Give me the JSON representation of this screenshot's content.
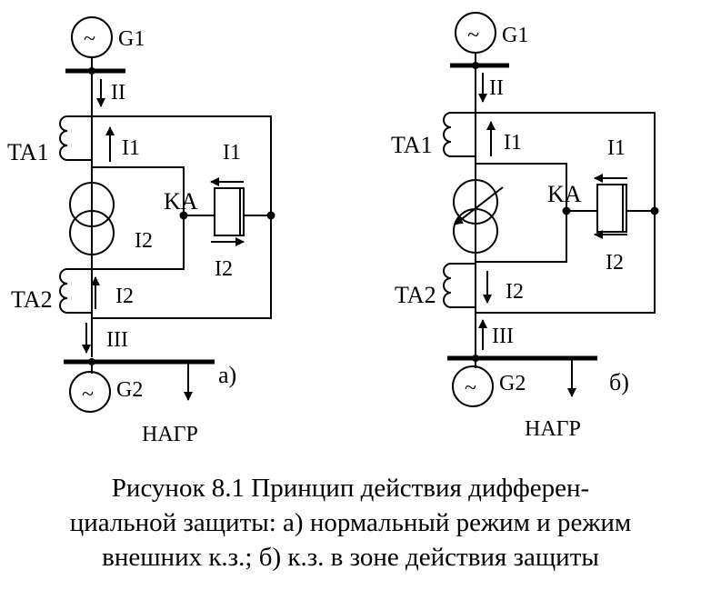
{
  "diagram_a": {
    "g1": "G1",
    "g1_symbol": "~",
    "i1_top": "II",
    "ta1": "TA1",
    "i1_sec": "I1",
    "i1_relay": "I1",
    "ka": "KA",
    "i2_mid": "I2",
    "i2_relay": "I2",
    "ta2": "TA2",
    "i2_sec": "I2",
    "i2_bottom": "III",
    "g2": "G2",
    "g2_symbol": "~",
    "letter": "а)",
    "load": "НАГР"
  },
  "diagram_b": {
    "g1": "G1",
    "g1_symbol": "~",
    "i1_top": "II",
    "ta1": "TA1",
    "i1_sec": "I1",
    "i1_relay": "I1",
    "ka": "KA",
    "i2_relay": "I2",
    "ta2": "TA2",
    "i2_sec": "I2",
    "i2_bottom": "III",
    "g2": "G2",
    "g2_symbol": "~",
    "letter": "б)",
    "load": "НАГР"
  },
  "caption": {
    "line1": "Рисунок 8.1 Принцип действия  дифферен-",
    "line2": "циальной защиты: а) нормальный режим и режим",
    "line3": "внешних к.з.; б) к.з. в зоне действия защиты"
  }
}
